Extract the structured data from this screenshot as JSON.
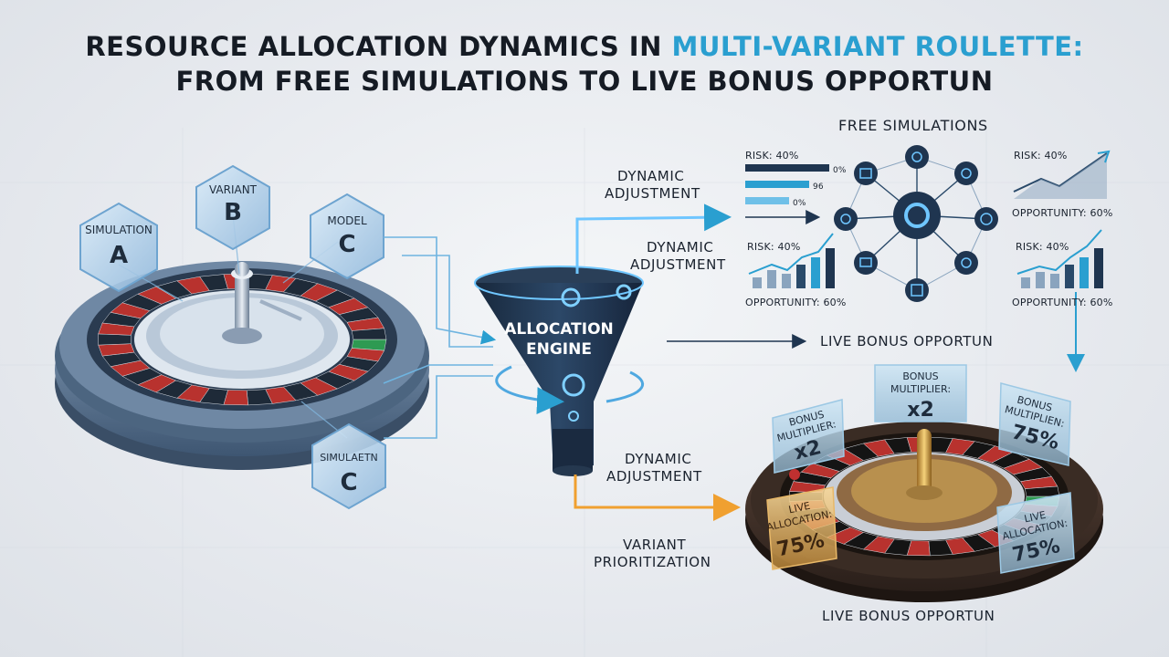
{
  "title": {
    "line1_part1": "RESOURCE ALLOCATION DYNAMICS IN ",
    "line1_highlight": "MULTI-VARIANT ROULETTE:",
    "line2": "FROM FREE SIMULATIONS TO LIVE BONUS OPPORTUN"
  },
  "hexes": {
    "sim_a": {
      "label": "SIMULATION",
      "letter": "A"
    },
    "variant_b": {
      "label": "VARIANT",
      "letter": "B"
    },
    "model_c": {
      "label": "MODEL",
      "letter": "C"
    },
    "sim_c": {
      "label": "SIMULAETN",
      "letter": "C"
    }
  },
  "engine": {
    "line1": "ALLOCATION",
    "line2": "ENGINE"
  },
  "flow_labels": {
    "dyn1_line1": "DYNAMIC",
    "dyn1_line2": "ADJUSTMENT",
    "dyn2_line1": "DYNAMIC",
    "dyn2_line2": "ADJUSTMENT",
    "dyn3_line1": "DYNAMIC",
    "dyn3_line2": "ADJUSTMENT",
    "vp_line1": "VARIANT",
    "vp_line2": "PRIORITIZATION",
    "live_mid": "LIVE BONUS OPPORTUN",
    "live_bottom": "LIVE BONUS OPPORTUN",
    "free_sim": "FREE SIMULATIONS"
  },
  "metrics": {
    "bars_risk": "RISK: 40%",
    "bar_values": [
      "0%",
      "96",
      "0%"
    ],
    "tr_risk": "RISK: 40%",
    "tr_opp": "OPPORTUNITY: 60%",
    "ml_risk": "RISK: 40%",
    "ml_opp": "OPPORTUNITY: 60%",
    "mr_risk": "RISK: 40%",
    "mr_opp": "OPPORTUNITY: 60%"
  },
  "cards": {
    "bonus_left": {
      "line1": "BONUS",
      "line2": "MULTIPLIER:",
      "value": "x2"
    },
    "bonus_center": {
      "line1": "BONUS",
      "line2": "MULTIPLIER:",
      "value": "x2"
    },
    "bonus_right": {
      "line1": "BONUS",
      "line2": "MULTIPLIEN:",
      "value": "75%"
    },
    "live_left": {
      "line1": "LIVE",
      "line2": "ALLOCATION:",
      "value": "75%"
    },
    "live_right": {
      "line1": "LIVE",
      "line2": "ALLOCATION:",
      "value": "75%"
    }
  },
  "colors": {
    "accent": "#2a9fd0",
    "orange": "#f0a030",
    "navy": "#1f3550",
    "roulette_red": "#b8322e",
    "roulette_green": "#2e9a52"
  }
}
